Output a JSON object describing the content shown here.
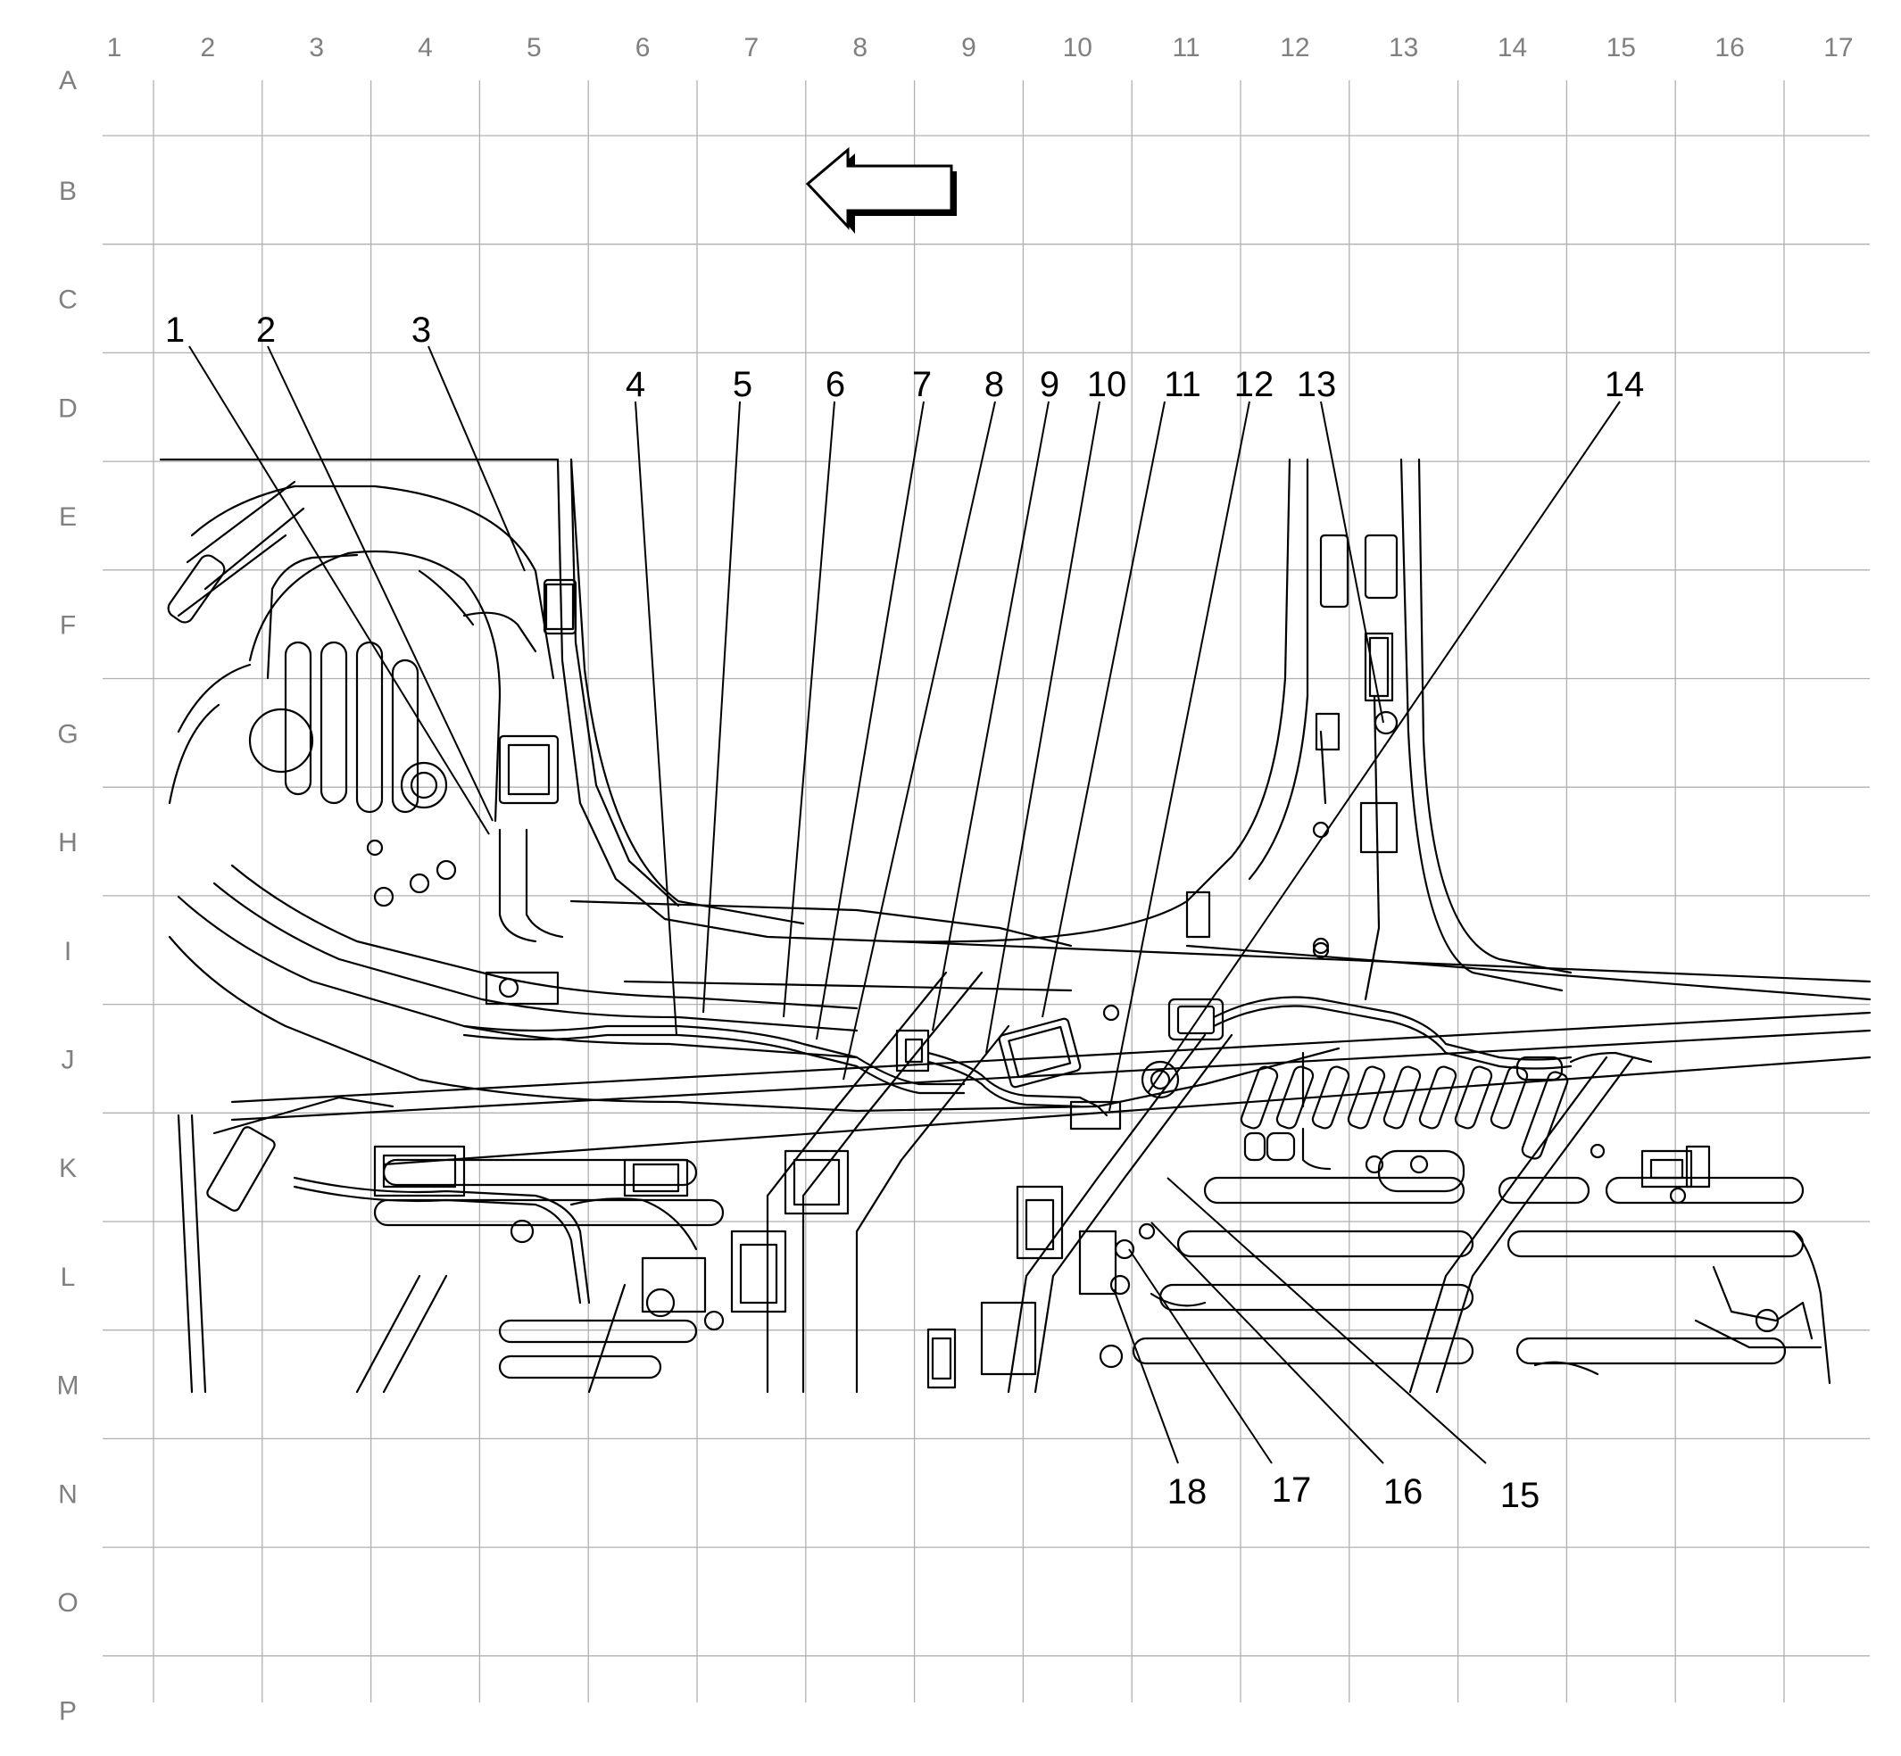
{
  "grid": {
    "columns": [
      "1",
      "2",
      "3",
      "4",
      "5",
      "6",
      "7",
      "8",
      "9",
      "10",
      "11",
      "12",
      "13",
      "14",
      "15",
      "16",
      "17"
    ],
    "rows": [
      "A",
      "B",
      "C",
      "D",
      "E",
      "F",
      "G",
      "H",
      "I",
      "J",
      "K",
      "L",
      "M",
      "N",
      "O",
      "P"
    ]
  },
  "direction_arrow": {
    "icon": "left-arrow-icon"
  },
  "callouts": {
    "top": [
      "1",
      "2",
      "3",
      "4",
      "5",
      "6",
      "7",
      "8",
      "9",
      "10",
      "11",
      "12",
      "13",
      "14"
    ],
    "bottom": [
      "18",
      "17",
      "16",
      "15"
    ]
  },
  "colors": {
    "grid_line": "#b0b0b0",
    "grid_label": "#808080",
    "ink": "#000000"
  }
}
